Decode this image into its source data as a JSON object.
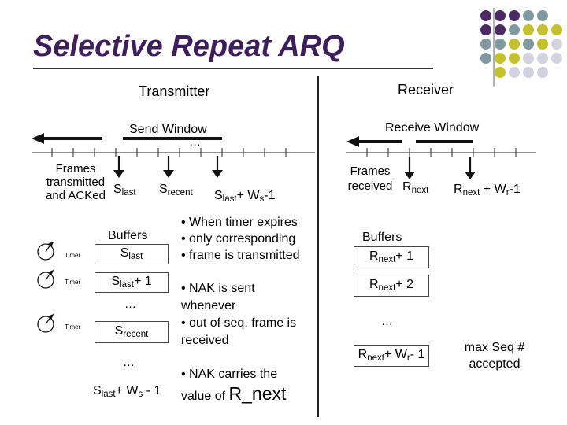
{
  "title": "Selective Repeat ARQ",
  "transmitter": {
    "heading": "Transmitter",
    "window_label": "Send Window",
    "ellipsis": "…",
    "frames_label": [
      "Frames",
      "transmitted",
      "and ACKed"
    ],
    "pointers": {
      "s_last": {
        "base": "S",
        "sub": "last"
      },
      "s_recent": {
        "base": "S",
        "sub": "recent"
      },
      "s_last_ws": {
        "base": "S",
        "sub": "last",
        "rest1": "+ W",
        "sub2": "s",
        "rest2": "-1"
      }
    },
    "buffers": {
      "heading": "Buffers",
      "slot1": {
        "base": "S",
        "sub": "last"
      },
      "slot2": {
        "base": "S",
        "sub": "last",
        "rest": "+ 1"
      },
      "dots1": "…",
      "slot3": {
        "base": "S",
        "sub": "recent"
      },
      "dots2": "…",
      "slot4": {
        "base": "S",
        "sub": "last",
        "rest1": "+ W",
        "sub2": "s",
        "rest2": " - 1"
      }
    },
    "timer_label": "Timer",
    "timer_note": [
      "• When timer expires",
      "• only corresponding",
      "• frame is transmitted"
    ],
    "nak_note": [
      "• NAK is sent",
      "whenever",
      "• out of seq. frame is",
      "received"
    ],
    "nak_carries": [
      "• NAK carries the",
      "value of",
      "R_next"
    ]
  },
  "receiver": {
    "heading": "Receiver",
    "window_label": "Receive Window",
    "frames_label": [
      "Frames",
      "received"
    ],
    "pointers": {
      "r_next": {
        "base": "R",
        "sub": "next"
      },
      "r_next_wr": {
        "base": "R",
        "sub": "next",
        "rest1": " + W",
        "sub2": "r",
        "rest2": "-1"
      }
    },
    "buffers": {
      "heading": "Buffers",
      "slot1": {
        "base": "R",
        "sub": "next",
        "rest": "+ 1"
      },
      "slot2": {
        "base": "R",
        "sub": "next",
        "rest": "+ 2"
      },
      "dots": "…",
      "slot3": {
        "base": "R",
        "sub": "next",
        "rest1": "+ W",
        "sub2": "r",
        "rest2": "- 1"
      }
    },
    "max_note": [
      "max Seq #",
      "accepted"
    ]
  },
  "colors": {
    "title": "#3d1f5c",
    "dot_purple": "#4b2a63",
    "dot_teal": "#7f9aa0",
    "dot_yellow": "#c4c12e",
    "dot_light": "#d3d3e0"
  }
}
